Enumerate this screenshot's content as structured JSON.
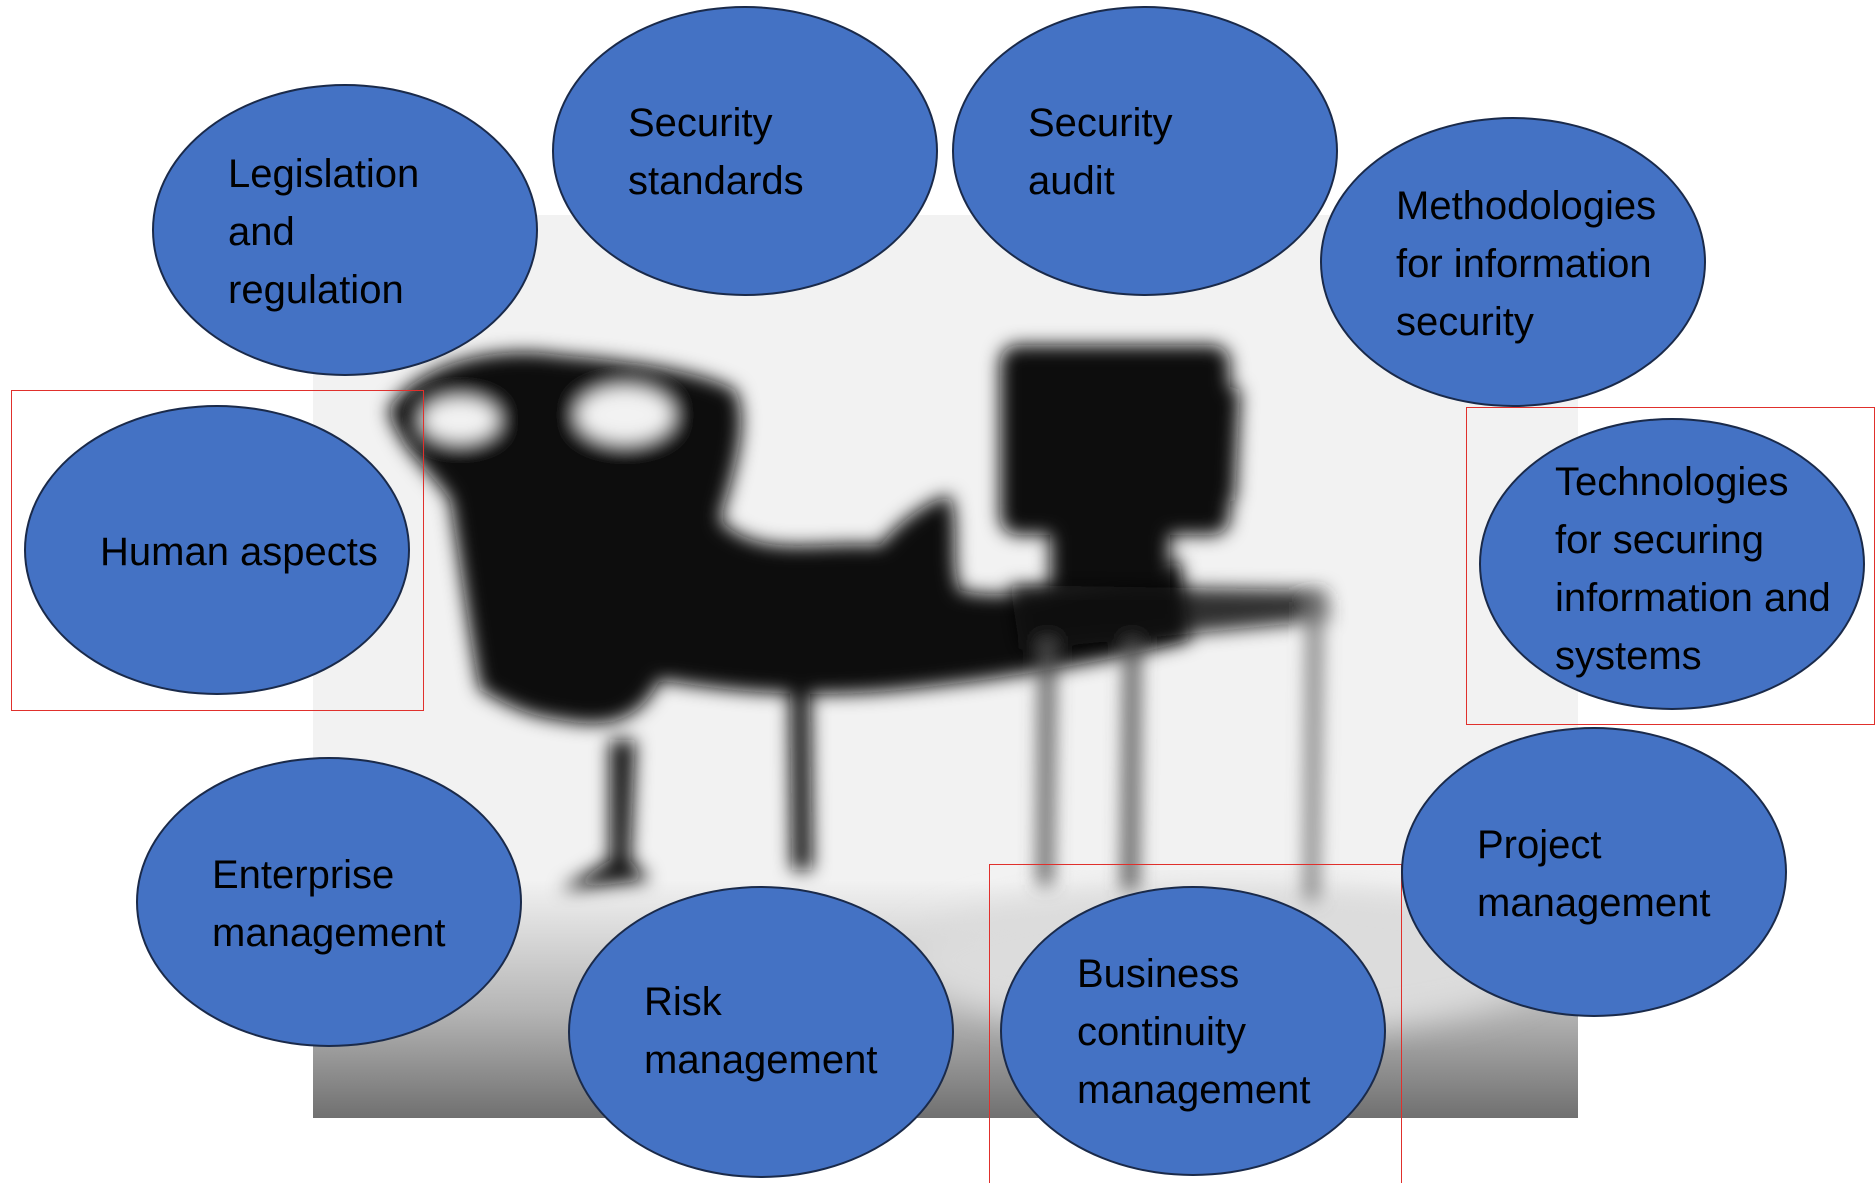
{
  "colors": {
    "bubble_fill": "#4472c4",
    "bubble_stroke": "#1a2a4a",
    "label_text": "#000000",
    "highlight_frame": "#e0302c",
    "photo_background": "#f2f2f2",
    "silhouette": "#0a0a0a"
  },
  "background_image": {
    "icon": "silhouette-person-relaxing-at-desk-with-computer-icon"
  },
  "bubbles": [
    {
      "id": "legislation",
      "label": "Legislation\nand\nregulation",
      "highlighted": false
    },
    {
      "id": "security-standards",
      "label": "Security\nstandards",
      "highlighted": false
    },
    {
      "id": "security-audit",
      "label": "Security\naudit",
      "highlighted": false
    },
    {
      "id": "methodologies",
      "label": "Methodologies\nfor information\nsecurity",
      "highlighted": false
    },
    {
      "id": "human-aspects",
      "label": "Human aspects",
      "highlighted": true
    },
    {
      "id": "technologies",
      "label": "Technologies\nfor securing\ninformation and\nsystems",
      "highlighted": true
    },
    {
      "id": "enterprise-management",
      "label": "Enterprise\nmanagement",
      "highlighted": false
    },
    {
      "id": "risk-management",
      "label": "Risk\nmanagement",
      "highlighted": false
    },
    {
      "id": "business-continuity",
      "label": "Business\ncontinuity\nmanagement",
      "highlighted": true
    },
    {
      "id": "project-management",
      "label": "Project\nmanagement",
      "highlighted": false
    }
  ]
}
